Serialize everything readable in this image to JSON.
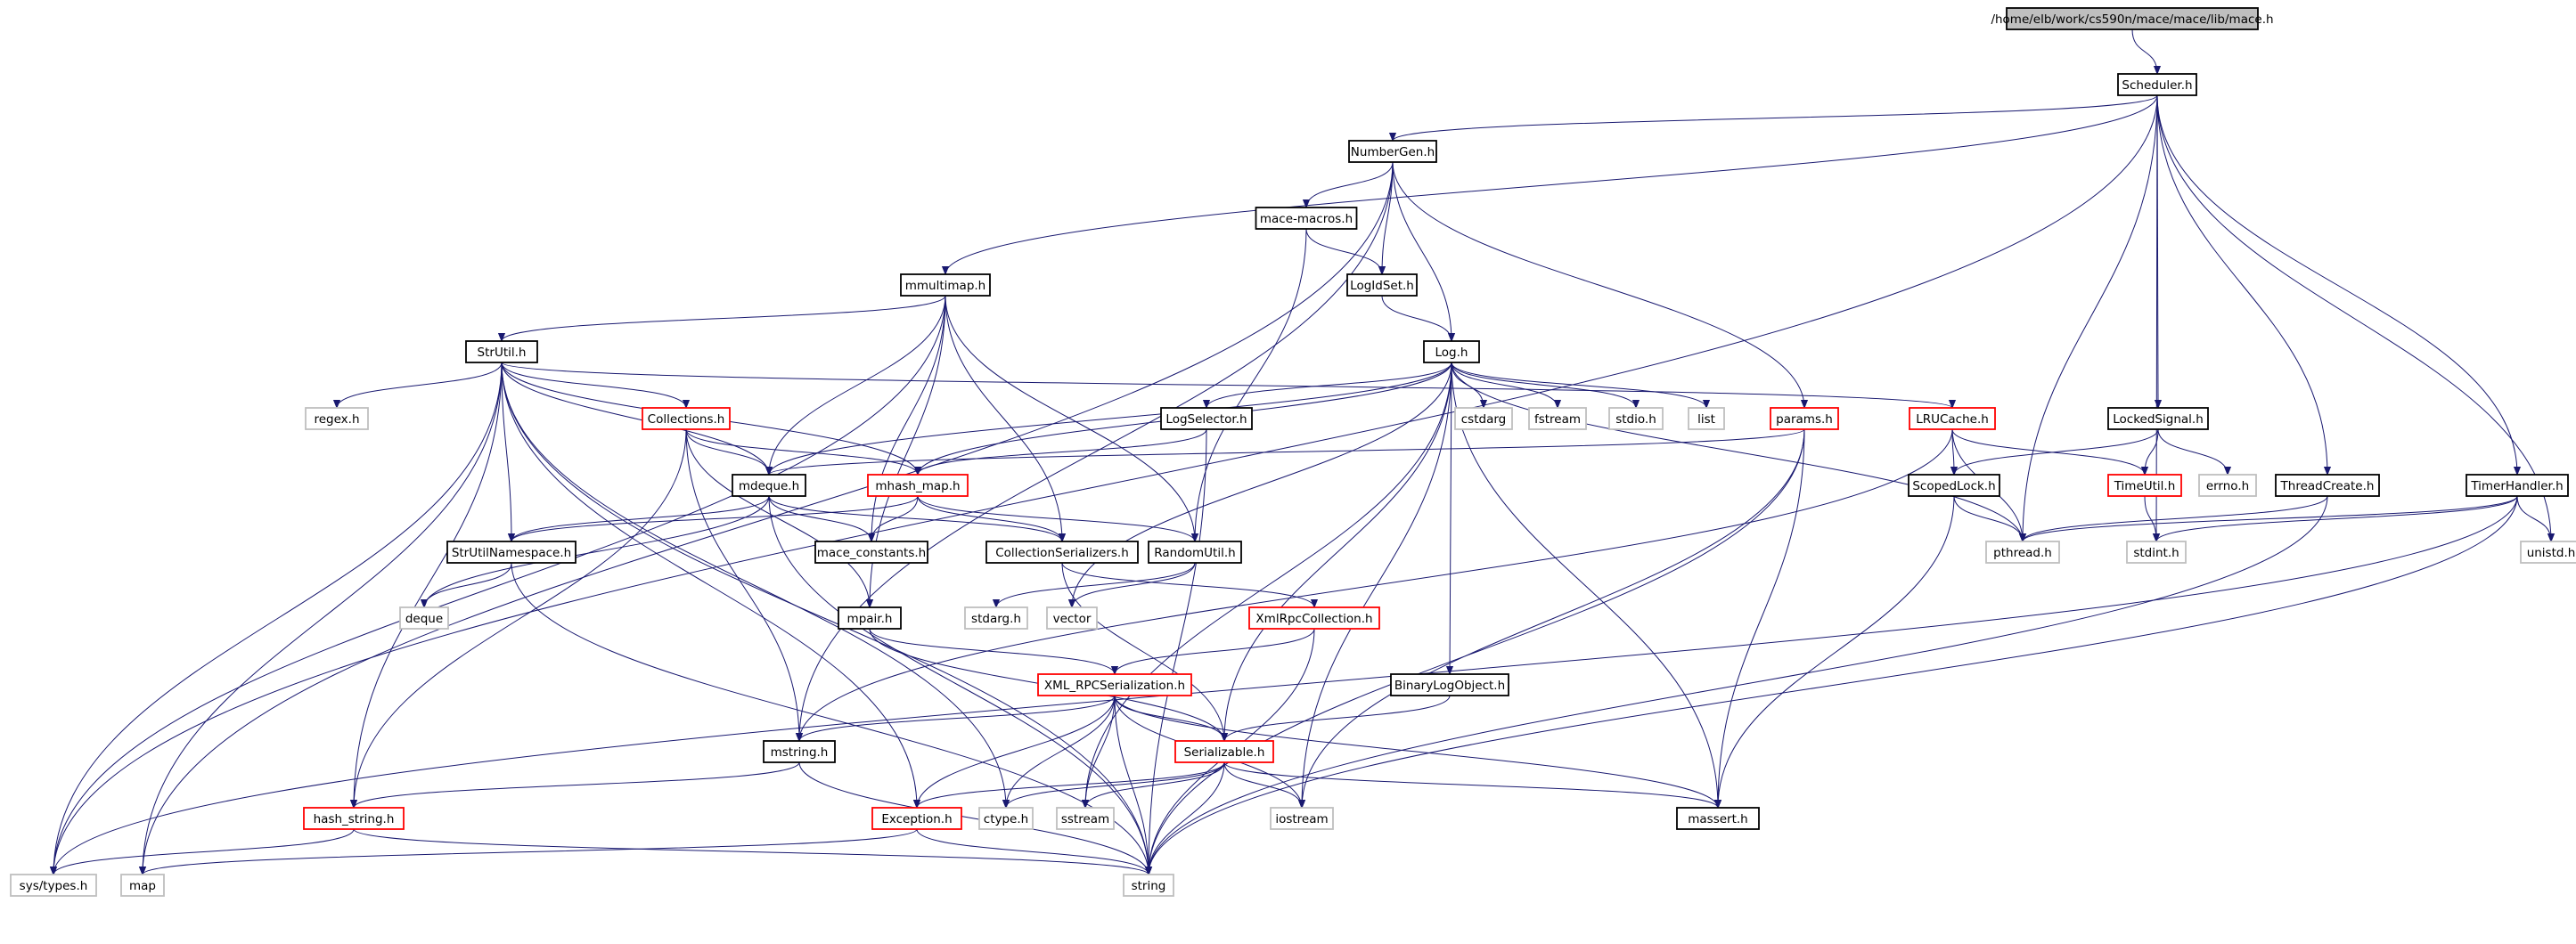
{
  "colors": {
    "edge": "#191970",
    "root_fill": "#bfbfbf",
    "border_black": "#000000",
    "border_red": "#ff0000",
    "border_gray": "#bfbfbf",
    "background": "#ffffff"
  },
  "nodes": [
    {
      "id": "mace_h",
      "label": "/home/elb/work/cs590n/mace/mace/lib/mace.h",
      "style": "root",
      "interactable": false
    },
    {
      "id": "scheduler",
      "label": "Scheduler.h",
      "style": "black",
      "interactable": true
    },
    {
      "id": "numbergen",
      "label": "NumberGen.h",
      "style": "black",
      "interactable": true
    },
    {
      "id": "macemacros",
      "label": "mace-macros.h",
      "style": "black",
      "interactable": true
    },
    {
      "id": "mmultimap",
      "label": "mmultimap.h",
      "style": "black",
      "interactable": true
    },
    {
      "id": "logidset",
      "label": "LogIdSet.h",
      "style": "black",
      "interactable": true
    },
    {
      "id": "strutil",
      "label": "StrUtil.h",
      "style": "black",
      "interactable": true
    },
    {
      "id": "logh",
      "label": "Log.h",
      "style": "black",
      "interactable": true
    },
    {
      "id": "regex",
      "label": "regex.h",
      "style": "gray",
      "interactable": false
    },
    {
      "id": "collections",
      "label": "Collections.h",
      "style": "red",
      "interactable": true
    },
    {
      "id": "logselector",
      "label": "LogSelector.h",
      "style": "black",
      "interactable": true
    },
    {
      "id": "cstdarg",
      "label": "cstdarg",
      "style": "gray",
      "interactable": false
    },
    {
      "id": "fstream",
      "label": "fstream",
      "style": "gray",
      "interactable": false
    },
    {
      "id": "stdio",
      "label": "stdio.h",
      "style": "gray",
      "interactable": false
    },
    {
      "id": "list",
      "label": "list",
      "style": "gray",
      "interactable": false
    },
    {
      "id": "params",
      "label": "params.h",
      "style": "red",
      "interactable": true
    },
    {
      "id": "lrucache",
      "label": "LRUCache.h",
      "style": "red",
      "interactable": true
    },
    {
      "id": "lockedsignal",
      "label": "LockedSignal.h",
      "style": "black",
      "interactable": true
    },
    {
      "id": "mdeque",
      "label": "mdeque.h",
      "style": "black",
      "interactable": true
    },
    {
      "id": "mhashmap",
      "label": "mhash_map.h",
      "style": "red",
      "interactable": true
    },
    {
      "id": "scopedlock",
      "label": "ScopedLock.h",
      "style": "black",
      "interactable": true
    },
    {
      "id": "timeutil",
      "label": "TimeUtil.h",
      "style": "red",
      "interactable": true
    },
    {
      "id": "errno",
      "label": "errno.h",
      "style": "gray",
      "interactable": false
    },
    {
      "id": "threadcreate",
      "label": "ThreadCreate.h",
      "style": "black",
      "interactable": true
    },
    {
      "id": "timerhandler",
      "label": "TimerHandler.h",
      "style": "black",
      "interactable": true
    },
    {
      "id": "strutilns",
      "label": "StrUtilNamespace.h",
      "style": "black",
      "interactable": true
    },
    {
      "id": "maceconst",
      "label": "mace_constants.h",
      "style": "black",
      "interactable": true
    },
    {
      "id": "collser",
      "label": "CollectionSerializers.h",
      "style": "black",
      "interactable": true
    },
    {
      "id": "randomutil",
      "label": "RandomUtil.h",
      "style": "black",
      "interactable": true
    },
    {
      "id": "pthread",
      "label": "pthread.h",
      "style": "gray",
      "interactable": false
    },
    {
      "id": "stdint",
      "label": "stdint.h",
      "style": "gray",
      "interactable": false
    },
    {
      "id": "unistd",
      "label": "unistd.h",
      "style": "gray",
      "interactable": false
    },
    {
      "id": "deque",
      "label": "deque",
      "style": "gray",
      "interactable": false
    },
    {
      "id": "stdarg",
      "label": "stdarg.h",
      "style": "gray",
      "interactable": false
    },
    {
      "id": "vector",
      "label": "vector",
      "style": "gray",
      "interactable": false
    },
    {
      "id": "mpair",
      "label": "mpair.h",
      "style": "black",
      "interactable": true
    },
    {
      "id": "xmlrpccoll",
      "label": "XmlRpcCollection.h",
      "style": "red",
      "interactable": true
    },
    {
      "id": "xmlrpcser",
      "label": "XML_RPCSerialization.h",
      "style": "red",
      "interactable": true
    },
    {
      "id": "binarylog",
      "label": "BinaryLogObject.h",
      "style": "black",
      "interactable": true
    },
    {
      "id": "mstring",
      "label": "mstring.h",
      "style": "black",
      "interactable": true
    },
    {
      "id": "serializable",
      "label": "Serializable.h",
      "style": "red",
      "interactable": true
    },
    {
      "id": "hashstring",
      "label": "hash_string.h",
      "style": "red",
      "interactable": true
    },
    {
      "id": "exception",
      "label": "Exception.h",
      "style": "red",
      "interactable": true
    },
    {
      "id": "ctype",
      "label": "ctype.h",
      "style": "gray",
      "interactable": false
    },
    {
      "id": "sstream",
      "label": "sstream",
      "style": "gray",
      "interactable": false
    },
    {
      "id": "iostream",
      "label": "iostream",
      "style": "gray",
      "interactable": false
    },
    {
      "id": "massert",
      "label": "massert.h",
      "style": "black",
      "interactable": true
    },
    {
      "id": "systypes",
      "label": "sys/types.h",
      "style": "gray",
      "interactable": false
    },
    {
      "id": "map",
      "label": "map",
      "style": "gray",
      "interactable": false
    },
    {
      "id": "string",
      "label": "string",
      "style": "gray",
      "interactable": false
    }
  ],
  "edges": [
    [
      "mace_h",
      "scheduler"
    ],
    [
      "scheduler",
      "numbergen"
    ],
    [
      "scheduler",
      "mmultimap"
    ],
    [
      "scheduler",
      "systypes"
    ],
    [
      "scheduler",
      "pthread"
    ],
    [
      "scheduler",
      "lockedsignal"
    ],
    [
      "scheduler",
      "threadcreate"
    ],
    [
      "scheduler",
      "stdint"
    ],
    [
      "scheduler",
      "timerhandler"
    ],
    [
      "scheduler",
      "unistd"
    ],
    [
      "numbergen",
      "macemacros"
    ],
    [
      "numbergen",
      "logidset"
    ],
    [
      "numbergen",
      "logh"
    ],
    [
      "numbergen",
      "params"
    ],
    [
      "numbergen",
      "mstring"
    ],
    [
      "numbergen",
      "map"
    ],
    [
      "macemacros",
      "logidset"
    ],
    [
      "macemacros",
      "randomutil"
    ],
    [
      "logidset",
      "logh"
    ],
    [
      "mmultimap",
      "strutil"
    ],
    [
      "mmultimap",
      "mdeque"
    ],
    [
      "mmultimap",
      "maceconst"
    ],
    [
      "mmultimap",
      "collser"
    ],
    [
      "mmultimap",
      "randomutil"
    ],
    [
      "mmultimap",
      "mpair"
    ],
    [
      "mmultimap",
      "systypes"
    ],
    [
      "strutil",
      "regex"
    ],
    [
      "strutil",
      "collections"
    ],
    [
      "strutil",
      "mhashmap"
    ],
    [
      "strutil",
      "mdeque"
    ],
    [
      "strutil",
      "strutilns"
    ],
    [
      "strutil",
      "lrucache"
    ],
    [
      "strutil",
      "systypes"
    ],
    [
      "strutil",
      "hashstring"
    ],
    [
      "strutil",
      "exception"
    ],
    [
      "strutil",
      "string"
    ],
    [
      "strutil",
      "ctype"
    ],
    [
      "strutil",
      "map"
    ],
    [
      "logh",
      "cstdarg"
    ],
    [
      "logh",
      "fstream"
    ],
    [
      "logh",
      "stdio"
    ],
    [
      "logh",
      "list"
    ],
    [
      "logh",
      "logselector"
    ],
    [
      "logh",
      "mhashmap"
    ],
    [
      "logh",
      "pthread"
    ],
    [
      "logh",
      "binarylog"
    ],
    [
      "logh",
      "serializable"
    ],
    [
      "logh",
      "vector"
    ],
    [
      "logh",
      "sstream"
    ],
    [
      "logh",
      "massert"
    ],
    [
      "logh",
      "iostream"
    ],
    [
      "logh",
      "mdeque"
    ],
    [
      "collections",
      "mdeque"
    ],
    [
      "collections",
      "mhashmap"
    ],
    [
      "collections",
      "mpair"
    ],
    [
      "collections",
      "mstring"
    ],
    [
      "collections",
      "hashstring"
    ],
    [
      "logselector",
      "mhashmap"
    ],
    [
      "logselector",
      "string"
    ],
    [
      "params",
      "mdeque"
    ],
    [
      "params",
      "massert"
    ],
    [
      "params",
      "string"
    ],
    [
      "params",
      "iostream"
    ],
    [
      "lrucache",
      "scopedlock"
    ],
    [
      "lrucache",
      "timeutil"
    ],
    [
      "lrucache",
      "pthread"
    ],
    [
      "lrucache",
      "mstring"
    ],
    [
      "lockedsignal",
      "scopedlock"
    ],
    [
      "lockedsignal",
      "timeutil"
    ],
    [
      "lockedsignal",
      "errno"
    ],
    [
      "mdeque",
      "deque"
    ],
    [
      "mdeque",
      "strutilns"
    ],
    [
      "mdeque",
      "maceconst"
    ],
    [
      "mdeque",
      "collser"
    ],
    [
      "mdeque",
      "string"
    ],
    [
      "mhashmap",
      "strutilns"
    ],
    [
      "mhashmap",
      "maceconst"
    ],
    [
      "mhashmap",
      "collser"
    ],
    [
      "mhashmap",
      "randomutil"
    ],
    [
      "scopedlock",
      "pthread"
    ],
    [
      "scopedlock",
      "massert"
    ],
    [
      "timeutil",
      "stdint"
    ],
    [
      "threadcreate",
      "pthread"
    ],
    [
      "threadcreate",
      "string"
    ],
    [
      "timerhandler",
      "pthread"
    ],
    [
      "timerhandler",
      "stdint"
    ],
    [
      "timerhandler",
      "unistd"
    ],
    [
      "timerhandler",
      "string"
    ],
    [
      "timerhandler",
      "systypes"
    ],
    [
      "strutilns",
      "deque"
    ],
    [
      "strutilns",
      "string"
    ],
    [
      "collser",
      "xmlrpccoll"
    ],
    [
      "collser",
      "serializable"
    ],
    [
      "randomutil",
      "stdarg"
    ],
    [
      "randomutil",
      "vector"
    ],
    [
      "mpair",
      "xmlrpcser"
    ],
    [
      "mpair",
      "serializable"
    ],
    [
      "xmlrpccoll",
      "xmlrpcser"
    ],
    [
      "xmlrpccoll",
      "string"
    ],
    [
      "xmlrpcser",
      "mstring"
    ],
    [
      "xmlrpcser",
      "serializable"
    ],
    [
      "xmlrpcser",
      "exception"
    ],
    [
      "xmlrpcser",
      "ctype"
    ],
    [
      "xmlrpcser",
      "sstream"
    ],
    [
      "xmlrpcser",
      "iostream"
    ],
    [
      "xmlrpcser",
      "massert"
    ],
    [
      "xmlrpcser",
      "string"
    ],
    [
      "binarylog",
      "serializable"
    ],
    [
      "mstring",
      "hashstring"
    ],
    [
      "mstring",
      "string"
    ],
    [
      "serializable",
      "exception"
    ],
    [
      "serializable",
      "ctype"
    ],
    [
      "serializable",
      "sstream"
    ],
    [
      "serializable",
      "iostream"
    ],
    [
      "serializable",
      "massert"
    ],
    [
      "serializable",
      "string"
    ],
    [
      "hashstring",
      "systypes"
    ],
    [
      "hashstring",
      "string"
    ],
    [
      "exception",
      "map"
    ],
    [
      "exception",
      "string"
    ]
  ]
}
